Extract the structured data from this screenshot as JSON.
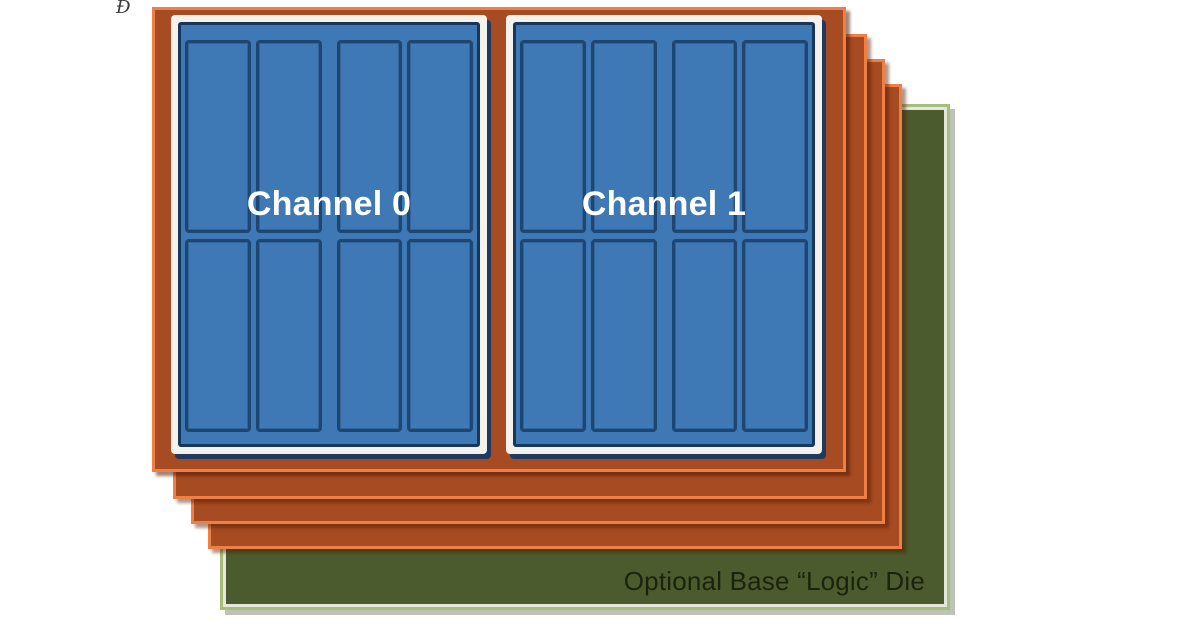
{
  "figure": {
    "title_hint": "Stacked DRAM dies over optional base logic die",
    "corner_glyph": "Đ",
    "stack": {
      "dram_die_count": 4,
      "die_fill": "#A74B22",
      "die_border": "#EE8046"
    },
    "front_die": {
      "panel_fill": "#F5F2EB",
      "channel_fill": "#3E79B6",
      "channel_border": "#16365C",
      "bank_border": "#1D4673",
      "label_color": "#FFFFFF",
      "channels": [
        {
          "label": "Channel 0",
          "bank_rows": 2,
          "bank_cols": 4
        },
        {
          "label": "Channel 1",
          "bank_rows": 2,
          "bank_cols": 4
        }
      ]
    },
    "base_die": {
      "label": "Optional Base “Logic” Die",
      "fill": "#4C5B2E",
      "border": "#A6BE7A",
      "text_color": "#1B230C"
    }
  }
}
